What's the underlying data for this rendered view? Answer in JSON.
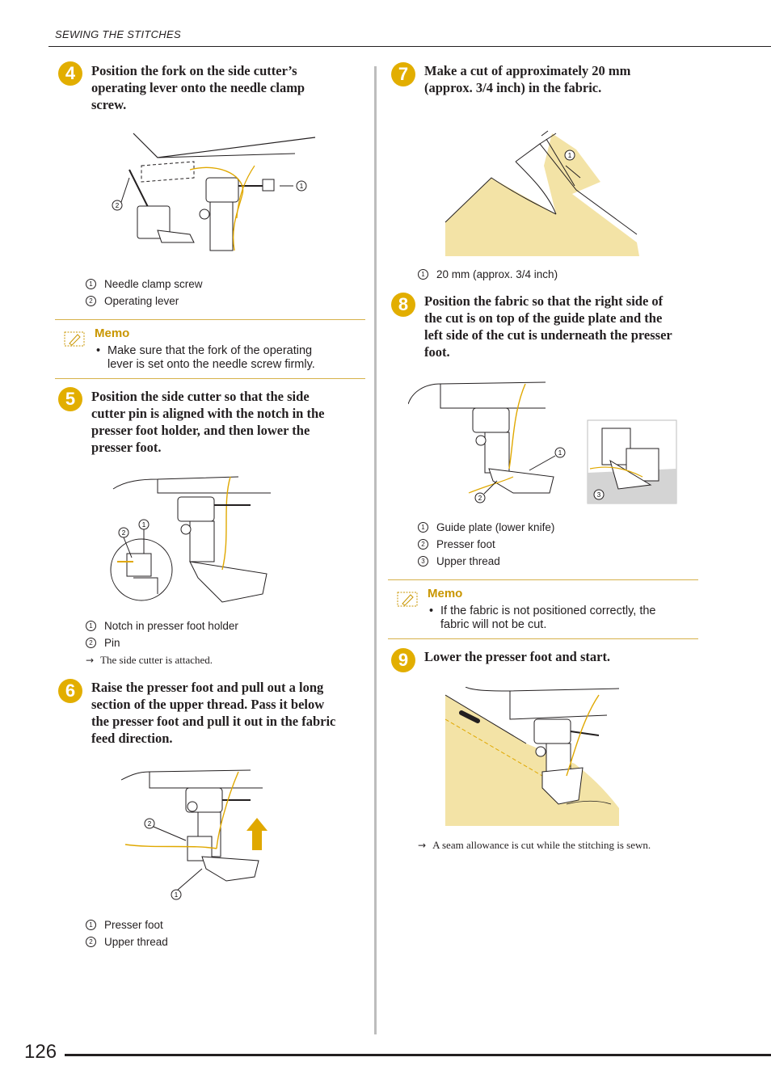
{
  "header": {
    "section_title": "SEWING THE STITCHES"
  },
  "page_number": "126",
  "steps": [
    {
      "number": "4",
      "text_lines": [
        "Position the fork on the side cutter’s",
        "operating lever onto the needle clamp",
        "screw."
      ]
    },
    {
      "number": "5",
      "text_lines": [
        "Position the side cutter so that the side",
        "cutter pin is aligned with the notch in the",
        "presser foot holder, and then lower the",
        "presser foot."
      ]
    },
    {
      "number": "6",
      "text_lines": [
        "Raise the presser foot and pull out a long",
        "section of the upper thread. Pass it below",
        "the presser foot and pull it out in the fabric",
        "feed direction."
      ]
    },
    {
      "number": "7",
      "text_lines": [
        "Make a cut of approximately 20 mm",
        "(approx. 3/4 inch) in the fabric."
      ]
    },
    {
      "number": "8",
      "text_lines": [
        "Position the fabric so that the right side of",
        "the cut is on top of the guide plate and the",
        "left side of the cut is underneath the presser",
        "foot."
      ]
    },
    {
      "number": "9",
      "text_lines": [
        "Lower the presser foot and start."
      ]
    }
  ],
  "figures": {
    "fig4": {
      "callouts": [
        "1",
        "2"
      ],
      "legend": [
        {
          "num": "1",
          "label": "Needle clamp screw"
        },
        {
          "num": "2",
          "label": "Operating lever"
        }
      ]
    },
    "fig5": {
      "callouts": [
        "1",
        "2"
      ],
      "legend": [
        {
          "num": "1",
          "label": "Notch in presser foot holder"
        },
        {
          "num": "2",
          "label": "Pin"
        }
      ],
      "result": "The side cutter is attached."
    },
    "fig6": {
      "callouts": [
        "1",
        "2"
      ],
      "legend": [
        {
          "num": "1",
          "label": "Presser foot"
        },
        {
          "num": "2",
          "label": "Upper thread"
        }
      ]
    },
    "fig7": {
      "callouts": [
        "1"
      ],
      "legend": [
        {
          "num": "1",
          "label": "20 mm (approx. 3/4 inch)"
        }
      ]
    },
    "fig8": {
      "callouts": [
        "1",
        "2",
        "3"
      ],
      "legend": [
        {
          "num": "1",
          "label": "Guide plate (lower knife)"
        },
        {
          "num": "2",
          "label": "Presser foot"
        },
        {
          "num": "3",
          "label": "Upper thread"
        }
      ]
    },
    "fig9": {
      "result": "A seam allowance is cut while the stitching is sewn."
    }
  },
  "memos": [
    {
      "title": "Memo",
      "bullet_lines": [
        "Make sure that the fork of the operating",
        "lever is set onto the needle screw firmly."
      ]
    },
    {
      "title": "Memo",
      "bullet_lines": [
        "If the fabric is not positioned correctly, the",
        "fabric will not be cut."
      ]
    }
  ],
  "colors": {
    "accent_badge": "#e2ae00",
    "memo_title": "#c99600",
    "fabric": "#f3e3a6",
    "thread": "#e0a800"
  },
  "icons": {
    "memo": "memo-pencil-icon",
    "result": "right-arrow-icon",
    "raise": "up-arrow-icon"
  }
}
